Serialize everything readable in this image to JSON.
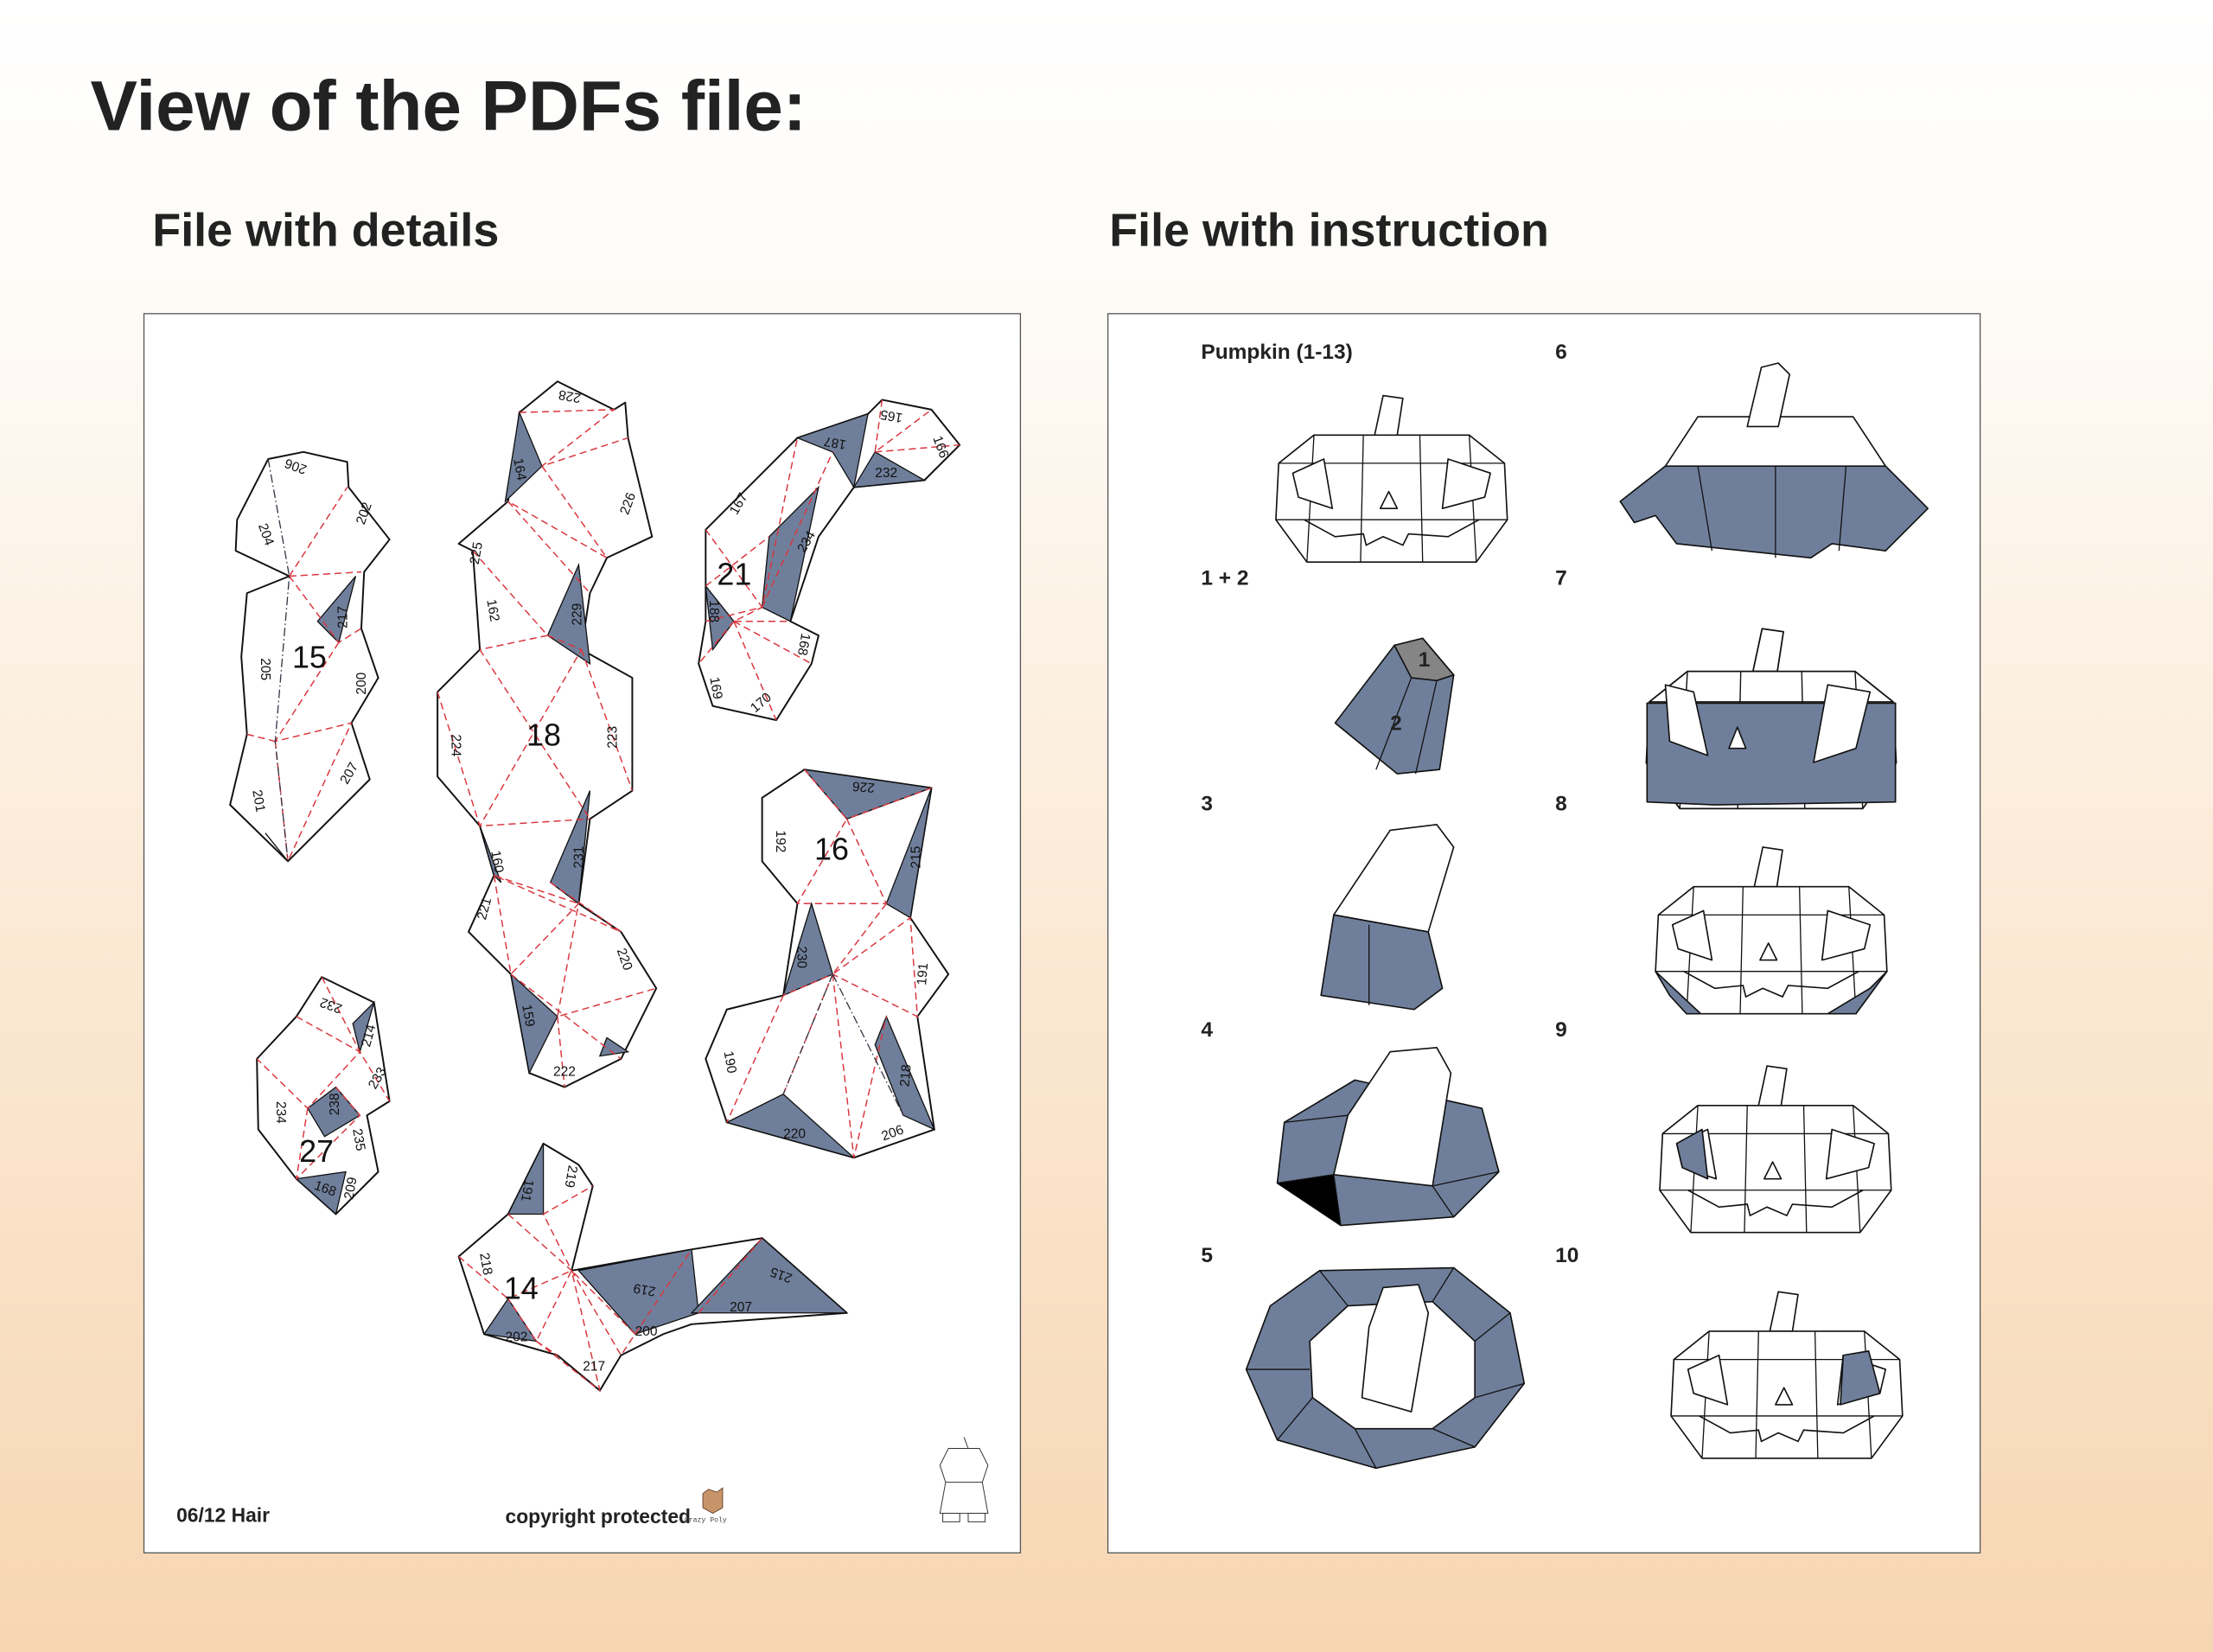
{
  "title": "View of the PDFs file:",
  "left": {
    "subtitle": "File with details",
    "pieces": [
      {
        "number": "15",
        "edges": [
          "206",
          "204",
          "202",
          "217",
          "205",
          "200",
          "207",
          "201"
        ]
      },
      {
        "number": "18",
        "edges": [
          "228",
          "164",
          "226",
          "225",
          "162",
          "229",
          "224",
          "223",
          "160",
          "231",
          "221",
          "220",
          "159",
          "222"
        ]
      },
      {
        "number": "21",
        "edges": [
          "165",
          "187",
          "166",
          "232",
          "167",
          "234",
          "188",
          "168",
          "169",
          "170"
        ]
      },
      {
        "number": "16",
        "edges": [
          "226",
          "192",
          "215",
          "230",
          "191",
          "190",
          "218",
          "220",
          "206"
        ]
      },
      {
        "number": "27",
        "edges": [
          "232",
          "214",
          "233",
          "234",
          "238",
          "235",
          "168",
          "209"
        ]
      },
      {
        "number": "14",
        "edges": [
          "191",
          "219",
          "218",
          "219",
          "215",
          "207",
          "202",
          "200",
          "217"
        ]
      }
    ],
    "footer": {
      "page": "06/12 Hair",
      "copyright": "copyright protected",
      "logo_text": "Crazy Poly"
    }
  },
  "right": {
    "subtitle": "File with instruction",
    "heading": "Pumpkin (1-13)",
    "steps": [
      "1 + 2",
      "3",
      "4",
      "5",
      "6",
      "7",
      "8",
      "9",
      "10"
    ],
    "part_labels": [
      "1",
      "2"
    ]
  },
  "colors": {
    "fill": "#6f7f9b",
    "fold": "#d9363e"
  }
}
